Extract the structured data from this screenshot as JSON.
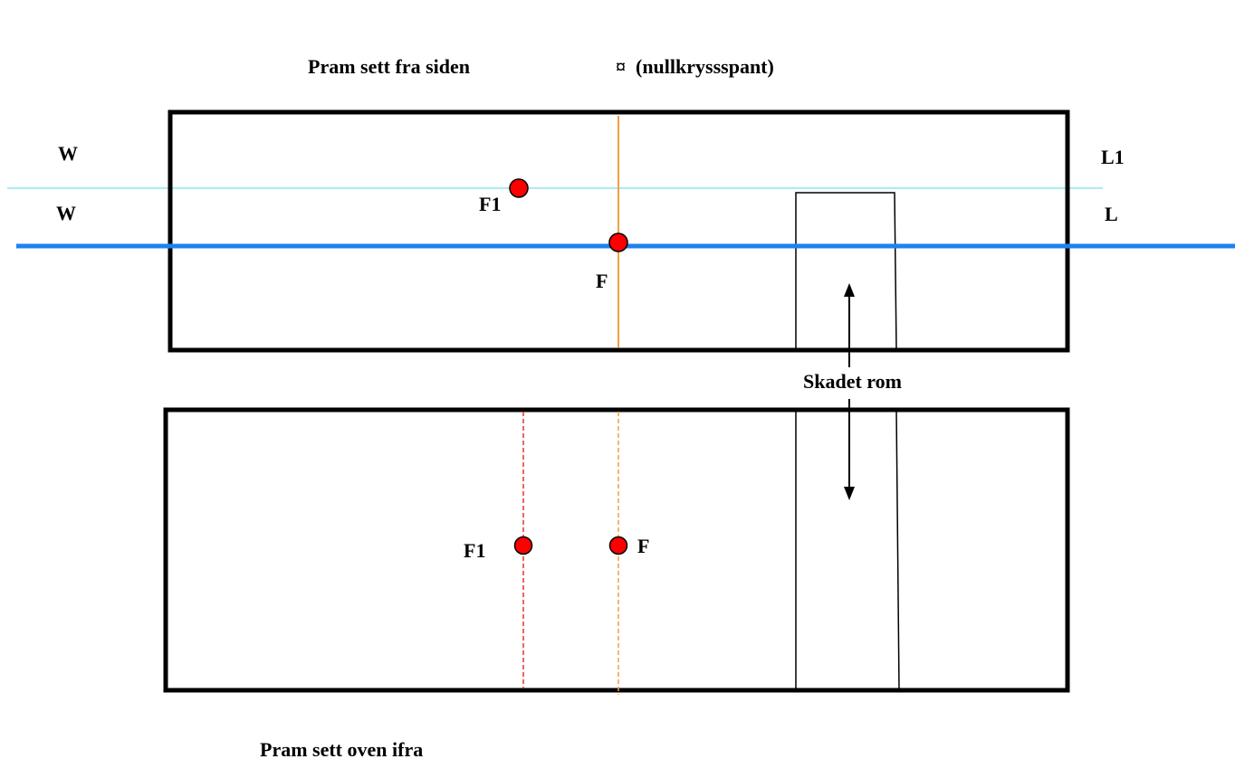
{
  "side_view": {
    "title": "Pram sett fra siden",
    "zero_frame_label": "¤  (nullkryssspant)",
    "waterline_left_upper": "W",
    "waterline_left_lower": "W",
    "waterline_right_upper": "L1",
    "waterline_right_lower": "L",
    "point_f1": "F1",
    "point_f": "F"
  },
  "damaged_room_label": "Skadet rom",
  "top_view": {
    "title": "Pram sett oven ifra",
    "point_f1": "F1",
    "point_f": "F"
  },
  "colors": {
    "hull": "#000000",
    "waterline_wl": "#1e82f0",
    "waterline_w1l1": "#8fe6f2",
    "centerline": "#f0a040",
    "f1_line": "#e83030",
    "point_fill": "#ff0000"
  }
}
